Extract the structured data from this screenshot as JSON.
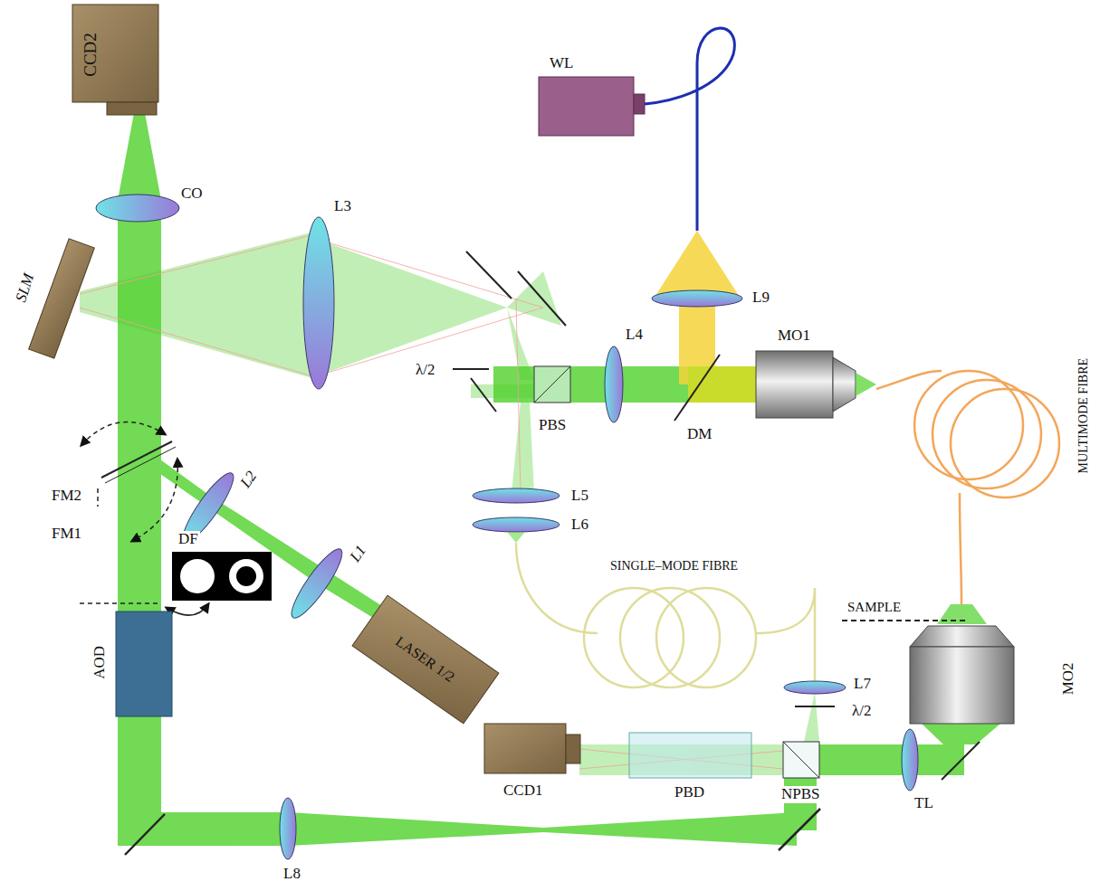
{
  "diagram": {
    "labels": [
      "CCD2",
      "CO",
      "L3",
      "WL",
      "L9",
      "SLM",
      "MO1",
      "L4",
      "λ/2",
      "PBS",
      "DM",
      "FM2",
      "FM1",
      "L2",
      "DF",
      "L1",
      "L5",
      "L6",
      "LASER 1/2",
      "SINGLE–MODE FIBRE",
      "MULTIMODE FIBRE",
      "SAMPLE",
      "MO2",
      "AOD",
      "L7",
      "λ/2",
      "CCD1",
      "PBD",
      "NPBS",
      "TL",
      "L8"
    ]
  }
}
